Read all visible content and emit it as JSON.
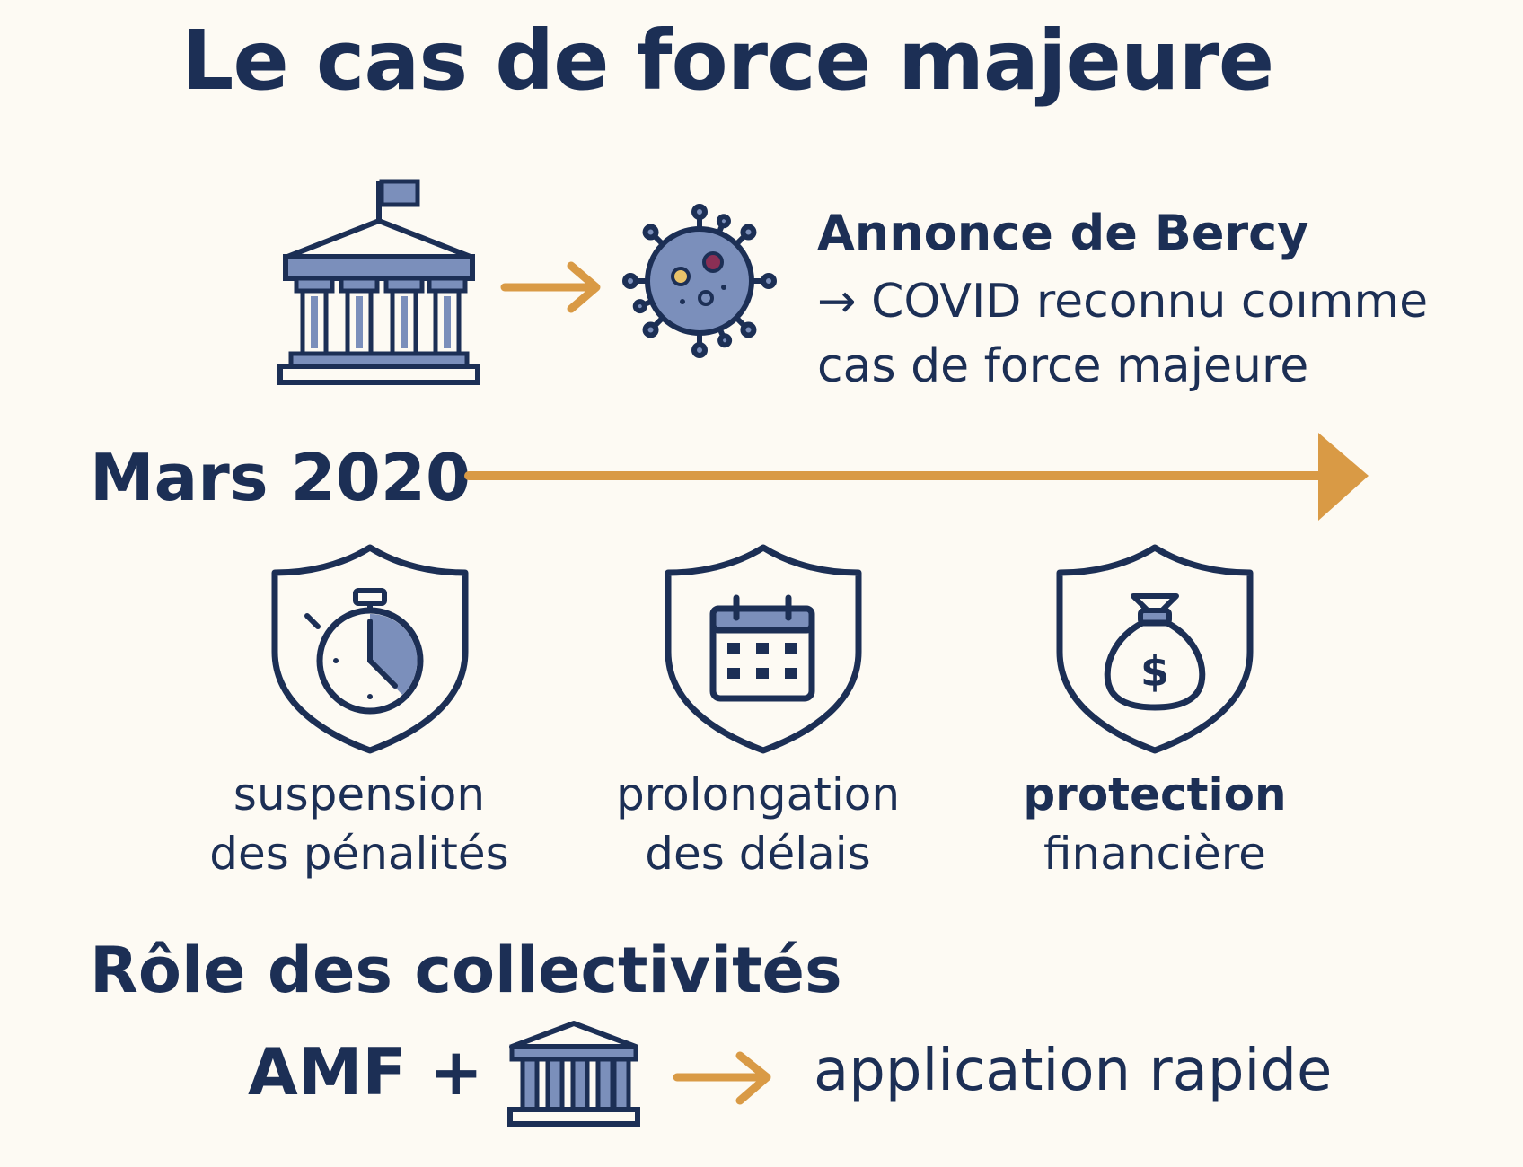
{
  "title": "Le cas de force majeure",
  "announcement": {
    "title": "Annonce de Bercy",
    "line1": "→ COVID reconnu coımme",
    "line2": "cas de force majeure"
  },
  "timeline": {
    "date": "Mars 2020"
  },
  "measures": [
    {
      "icon": "stopwatch-shield-icon",
      "line1": "suspension",
      "line2": "des pénalités"
    },
    {
      "icon": "calendar-shield-icon",
      "line1": "prolongation",
      "line2": "des délais"
    },
    {
      "icon": "money-bag-shield-icon",
      "line1": "protection",
      "line2": "financière"
    }
  ],
  "role": {
    "heading": "Rôle des collectivités",
    "lhs": "AMF +",
    "result": "application rapide"
  },
  "colors": {
    "navy": "#1c2f55",
    "accent": "#d99a45",
    "fill": "#7b8fbb",
    "background": "#fdfaf3"
  }
}
